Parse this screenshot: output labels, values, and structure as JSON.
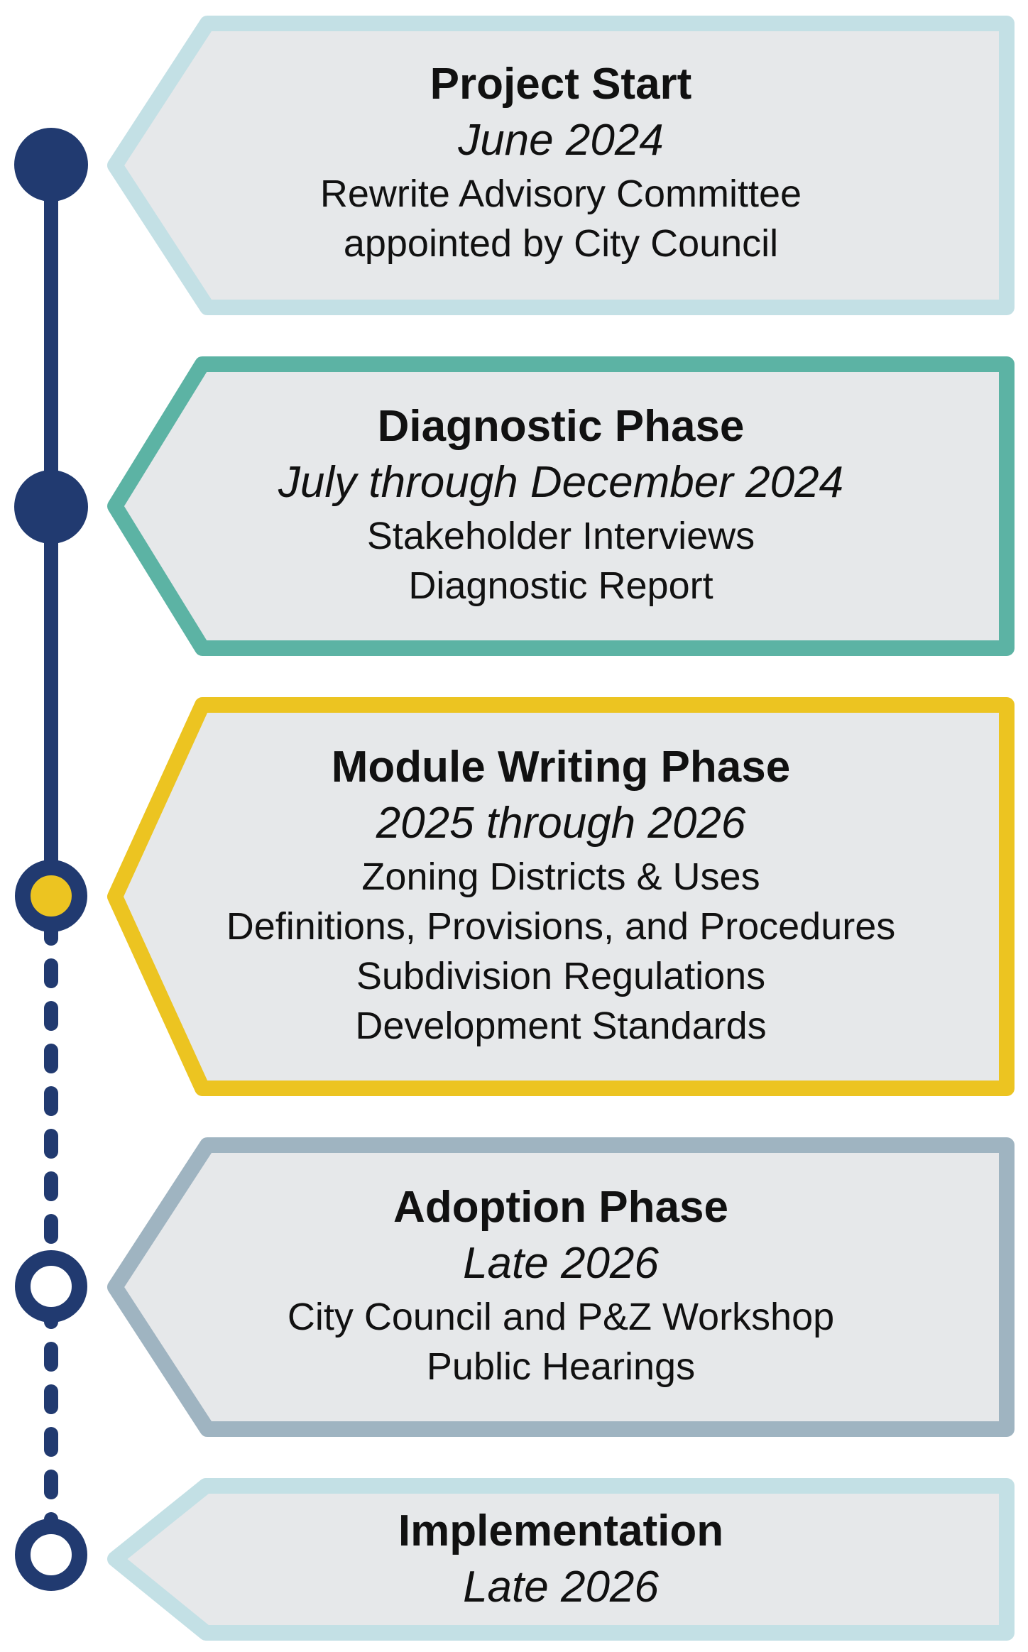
{
  "colors": {
    "timeline": "#213a70",
    "card_fill": "#e6e8ea",
    "start_border": "#c3e0e5",
    "diagnostic_border": "#5cb3a4",
    "module_border": "#ecc421",
    "adoption_border": "#9fb4c1",
    "implementation_border": "#c3e0e5",
    "current_dot_fill": "#ecc421"
  },
  "phases": [
    {
      "title": "Project Start",
      "date": "June 2024",
      "details": [
        "Rewrite Advisory Committee",
        "appointed by City Council"
      ],
      "border_color": "#c3e0e5",
      "dot": "filled"
    },
    {
      "title": "Diagnostic Phase",
      "date": "July through December 2024",
      "details": [
        "Stakeholder Interviews",
        "Diagnostic Report"
      ],
      "border_color": "#5cb3a4",
      "dot": "filled"
    },
    {
      "title": "Module Writing Phase",
      "date": "2025 through 2026",
      "details": [
        "Zoning Districts & Uses",
        "Definitions, Provisions, and Procedures",
        "Subdivision Regulations",
        "Development Standards"
      ],
      "border_color": "#ecc421",
      "dot": "current"
    },
    {
      "title": "Adoption Phase",
      "date": "Late 2026",
      "details": [
        "City Council and P&Z Workshop",
        "Public Hearings"
      ],
      "border_color": "#9fb4c1",
      "dot": "open"
    },
    {
      "title": "Implementation",
      "date": "Late 2026",
      "details": [],
      "border_color": "#c3e0e5",
      "dot": "open"
    }
  ]
}
